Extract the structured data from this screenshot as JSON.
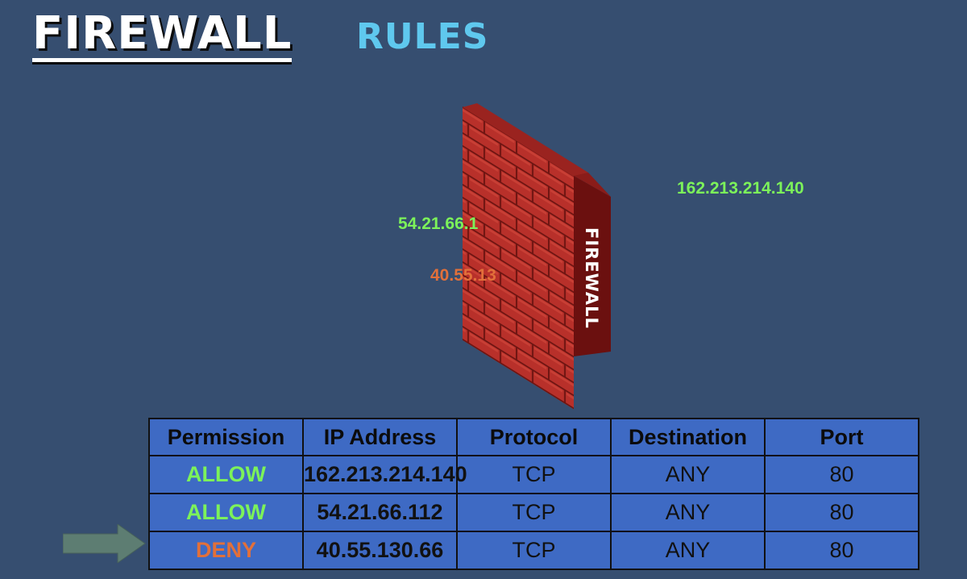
{
  "title": {
    "main": "FIREWALL",
    "sub": "RULES"
  },
  "wall_label": "FIREWALL",
  "ips": {
    "far": "162.213.214.140",
    "mid": "54.21.66.1",
    "blocked": "40.55.13"
  },
  "colors": {
    "allow": "#7cf25a",
    "deny": "#e2703a",
    "brick": "#b8302a"
  },
  "table": {
    "headers": [
      "Permission",
      "IP Address",
      "Protocol",
      "Destination",
      "Port"
    ],
    "rows": [
      {
        "permission": "ALLOW",
        "ip": "162.213.214.140",
        "protocol": "TCP",
        "destination": "ANY",
        "port": "80"
      },
      {
        "permission": "ALLOW",
        "ip": "54.21.66.112",
        "protocol": "TCP",
        "destination": "ANY",
        "port": "80"
      },
      {
        "permission": "DENY",
        "ip": "40.55.130.66",
        "protocol": "TCP",
        "destination": "ANY",
        "port": "80"
      }
    ]
  },
  "pointer": {
    "icon": "right-arrow-icon"
  }
}
